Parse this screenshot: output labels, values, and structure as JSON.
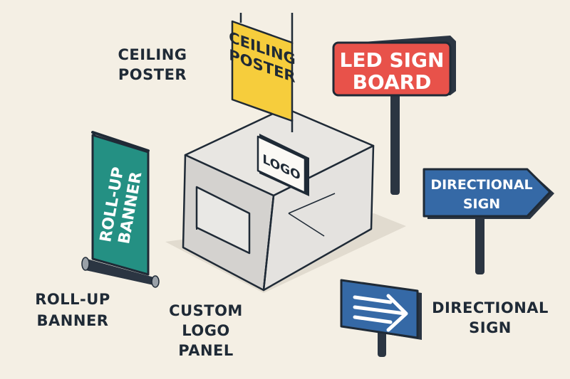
{
  "signs": {
    "ceiling_poster": {
      "line1": "CEILING",
      "line2": "POSTER",
      "color": "#f6cd3c"
    },
    "led_board": {
      "line1": "LED SIGN",
      "line2": "BOARD",
      "color": "#e8524a"
    },
    "logo_panel": {
      "text": "LOGO"
    },
    "roll_up": {
      "line1": "ROLL-UP",
      "line2": "BANNER",
      "color": "#249083"
    },
    "directional_big": {
      "line1": "DIRECTIONAL",
      "line2": "SIGN",
      "color": "#3569a6"
    },
    "directional_small": {
      "color": "#3569a6"
    }
  },
  "captions": {
    "ceiling_poster": {
      "line1": "CEILING",
      "line2": "POSTER"
    },
    "roll_up": {
      "line1": "ROLL-UP",
      "line2": "BANNER"
    },
    "custom_logo": {
      "line1": "CUSTOM",
      "line2": "LOGO",
      "line3": "PANEL"
    },
    "directional": {
      "line1": "DIRECTIONAL",
      "line2": "SIGN"
    }
  },
  "colors": {
    "ink": "#1f2a36",
    "background": "#f4efe4",
    "booth_light": "#e6e4e1",
    "booth_mid": "#d6d4d1"
  }
}
